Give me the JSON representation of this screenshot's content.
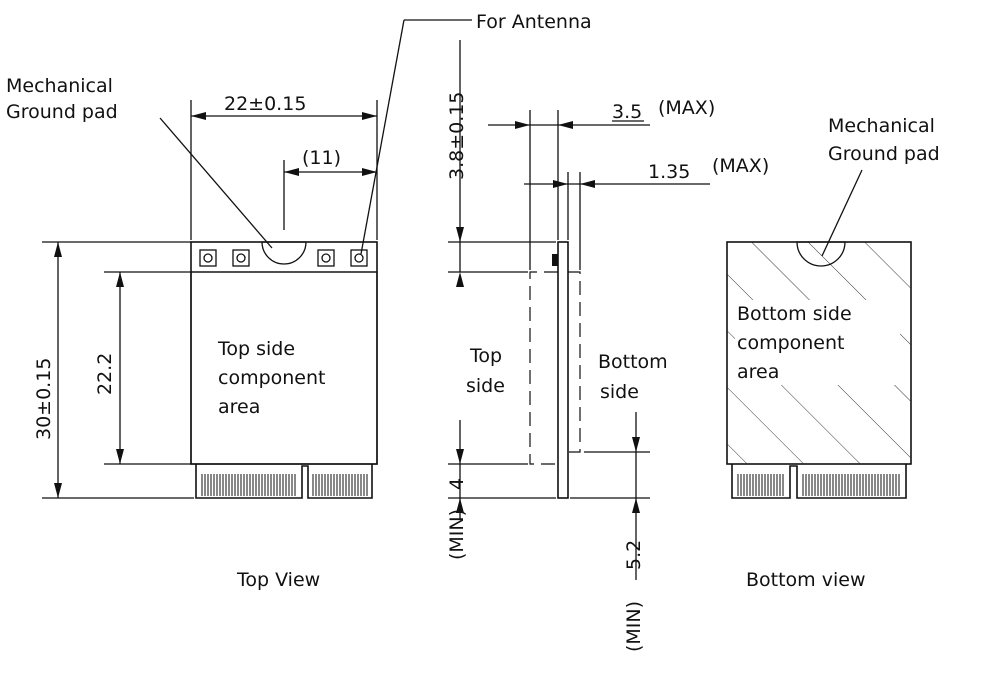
{
  "labels": {
    "for_antenna": "For Antenna",
    "mech_ground_top_line1": "Mechanical",
    "mech_ground_top_line2": "Ground pad",
    "mech_ground_bottom_line1": "Mechanical",
    "mech_ground_bottom_line2": "Ground pad",
    "top_area_line1": "Top side",
    "top_area_line2": "component",
    "top_area_line3": "area",
    "bottom_area_line1": "Bottom side",
    "bottom_area_line2": "component",
    "bottom_area_line3": "area",
    "top_side_line1": "Top",
    "top_side_line2": "side",
    "bottom_side_line1": "Bottom",
    "bottom_side_line2": "side",
    "top_view": "Top View",
    "bottom_view": "Bottom view"
  },
  "dimensions": {
    "width": "22±0.15",
    "half_width": "(11)",
    "length": "30±0.15",
    "component_length": "22.2",
    "top_margin": "3.8±0.15",
    "max_thickness": "3.5",
    "max_thickness_note": "(MAX)",
    "pcb_thickness": "1.35",
    "pcb_thickness_note": "(MAX)",
    "edge_top": "4",
    "edge_top_note": "(MIN)",
    "edge_bottom": "5.2",
    "edge_bottom_note": "(MIN)"
  }
}
